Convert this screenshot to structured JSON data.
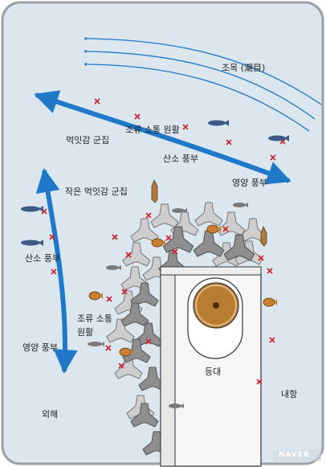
{
  "labels": {
    "tidal_line": "조목 (潮目)",
    "prey_school": "먹잇감 군집",
    "current_smooth_top": "조류 소통 원활",
    "oxygen_rich_top": "산소 풍부",
    "nutrient_rich_top": "영양 풍부",
    "small_prey_school": "작은 먹잇감 군집",
    "oxygen_rich_left": "산소 풍부",
    "current_smooth_mid_1": "조류 소통",
    "current_smooth_mid_2": "원활",
    "nutrient_rich_left": "영양 풍부",
    "lighthouse": "등대",
    "inner_harbor": "내항",
    "open_sea": "외해"
  },
  "watermark": "NAVER",
  "colors": {
    "water": "#dbe6ee",
    "border": "#9aa0a6",
    "arrow_blue": "#1f78c8",
    "marker_red": "#d0202a",
    "tetrapod_dark": "#8a8a8a",
    "tetrapod_light": "#c9c9c9",
    "lighthouse_body": "#f7f7f7",
    "lamp_brown": "#b87c33"
  },
  "icons": [
    "fish-icon",
    "squid-icon",
    "cross-marker-icon",
    "tetrapod-icon",
    "lamp-icon"
  ]
}
